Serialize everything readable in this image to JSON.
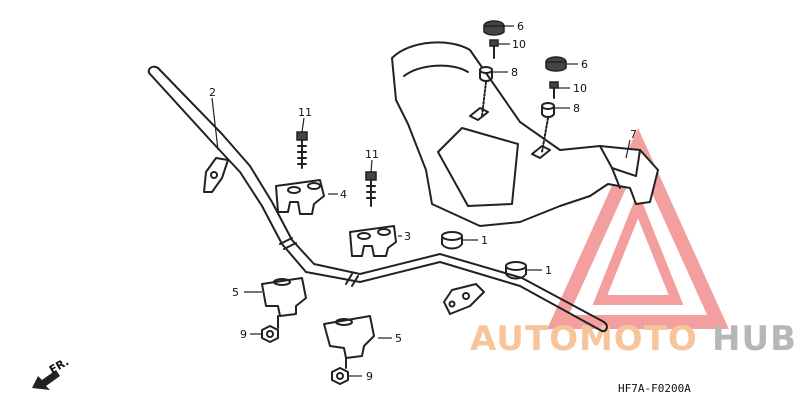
{
  "diagram_code": "HF7A-F0200A",
  "front_marker": "FR.",
  "watermark": {
    "brand_left": "AUTOMOTO",
    "brand_right": "HUB",
    "color_left": "#f5b27a",
    "color_right": "#a0a0a0",
    "triangle_color": "#f08080"
  },
  "callouts": {
    "c1a": "1",
    "c1b": "1",
    "c2": "2",
    "c3": "3",
    "c4": "4",
    "c5a": "5",
    "c5b": "5",
    "c6a": "6",
    "c6b": "6",
    "c7": "7",
    "c8a": "8",
    "c8b": "8",
    "c9a": "9",
    "c9b": "9",
    "c10a": "10",
    "c10b": "10",
    "c11a": "11",
    "c11b": "11"
  }
}
